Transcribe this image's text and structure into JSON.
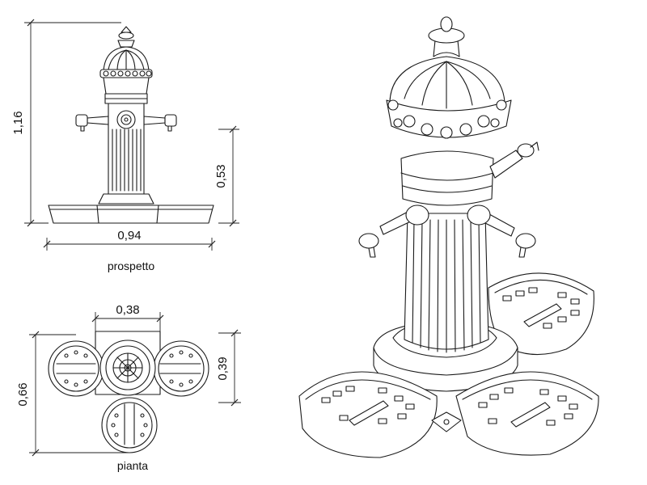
{
  "elevation": {
    "caption": "prospetto",
    "dim_height": "1,16",
    "dim_tap_height": "0,53",
    "dim_width": "0,94"
  },
  "plan": {
    "caption": "pianta",
    "dim_square": "0,38",
    "dim_depth": "0,66",
    "dim_side": "0,39"
  },
  "colors": {
    "line": "#1a1a1a",
    "background": "#ffffff"
  }
}
